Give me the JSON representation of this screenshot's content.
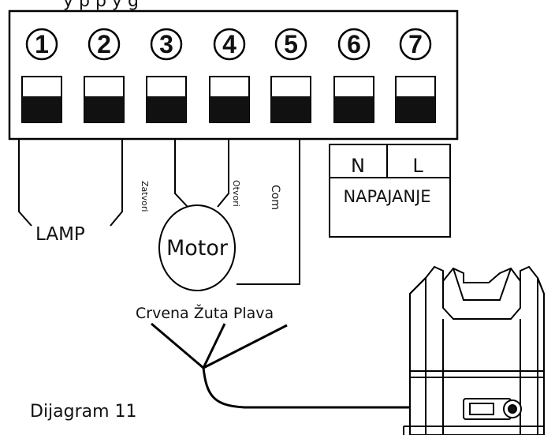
{
  "top_text_fragment": "y        p                p         y g",
  "terminals": [
    "1",
    "2",
    "3",
    "4",
    "5",
    "6",
    "7"
  ],
  "wire_labels": {
    "zatvori": "Zatvori",
    "otvori": "Otvori",
    "com": "Com"
  },
  "lamp_label": "LAMP",
  "motor_label": "Motor",
  "power_box": {
    "n": "N",
    "l": "L",
    "label": "NAPAJANJE"
  },
  "wire_colors_label": "Crvena Žuta Plava",
  "caption": "Dijagram 11"
}
